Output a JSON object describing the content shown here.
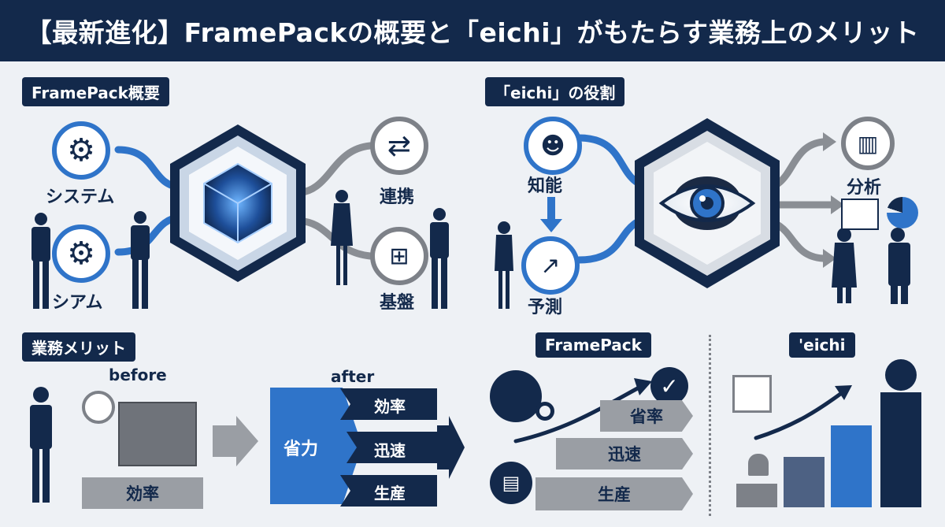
{
  "title": "【最新進化】FramePackの概要と「eichi」がもたらす業務上のメリット",
  "framepack_overview": {
    "heading": "FramePack概要",
    "labels": {
      "system": "システム",
      "siam": "シアム",
      "link": "連携",
      "base": "基盤"
    },
    "icons": [
      "gear-icon",
      "gear-icon",
      "sync-arrows-icon",
      "hierarchy-icon"
    ]
  },
  "eichi_role": {
    "heading": "「eichi」の役割",
    "labels": {
      "intelligence": "知能",
      "prediction": "予測",
      "analysis": "分析"
    },
    "icons": [
      "brain-head-icon",
      "growth-chart-icon",
      "eye-brain-icon",
      "bar-chart-icon",
      "pie-chart-icon"
    ]
  },
  "business_merit": {
    "heading": "業務メリット",
    "before_label": "before",
    "after_label": "after",
    "before_bar": "効率",
    "after_left": "省力",
    "after_items": [
      "効率",
      "迅速",
      "生産"
    ]
  },
  "framepack_panel": {
    "heading": "FramePack",
    "items": [
      "省率",
      "迅速",
      "生産"
    ]
  },
  "eichi_panel": {
    "heading": "'eichi",
    "growth_levels": [
      1,
      2,
      3,
      4
    ]
  },
  "colors": {
    "navy": "#13294b",
    "blue": "#2f74c9",
    "gray": "#9a9ea4",
    "bg": "#eef1f5"
  }
}
